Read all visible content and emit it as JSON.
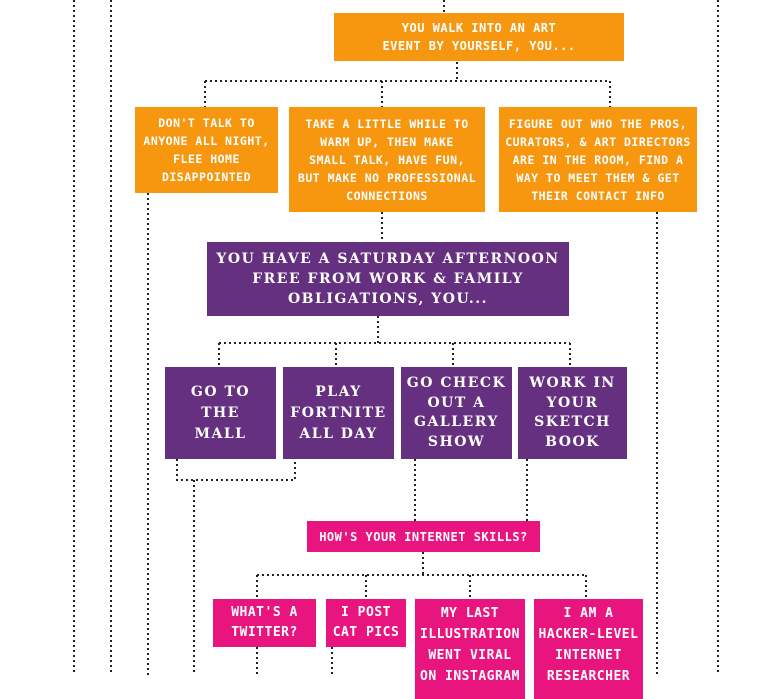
{
  "colors": {
    "orange": "#F7960F",
    "purple": "#65307F",
    "pink": "#E8157F",
    "line": "#222222"
  },
  "flowchart": {
    "q1": {
      "text": "YOU WALK INTO AN ART\nEVENT BY YOURSELF, YOU..."
    },
    "q1_answers": [
      "DON'T TALK TO\nANYONE ALL NIGHT,\nFLEE HOME\nDISAPPOINTED",
      "TAKE A LITTLE WHILE TO\nWARM UP, THEN MAKE\nSMALL TALK, HAVE FUN,\nBUT MAKE NO PROFESSIONAL\nCONNECTIONS",
      "FIGURE OUT WHO THE PROS,\nCURATORS, & ART DIRECTORS\nARE IN THE ROOM, FIND A\nWAY TO MEET THEM & GET\nTHEIR CONTACT INFO"
    ],
    "q2": {
      "text": "YOU HAVE A SATURDAY AFTERNOON\nFREE FROM WORK & FAMILY\nOBLIGATIONS, YOU..."
    },
    "q2_answers": [
      "GO TO\nTHE\nMALL",
      "PLAY\nFORTNITE\nALL DAY",
      "GO CHECK\nOUT A\nGALLERY\nSHOW",
      "WORK IN\nYOUR\nSKETCH\nBOOK"
    ],
    "q3": {
      "text": "HOW'S YOUR INTERNET SKILLS?"
    },
    "q3_answers": [
      "WHAT'S A\nTWITTER?",
      "I POST\nCAT PICS",
      "MY LAST\nILLUSTRATION\nWENT VIRAL\nON INSTAGRAM",
      "I AM A\nHACKER-LEVEL\nINTERNET\nRESEARCHER"
    ]
  }
}
